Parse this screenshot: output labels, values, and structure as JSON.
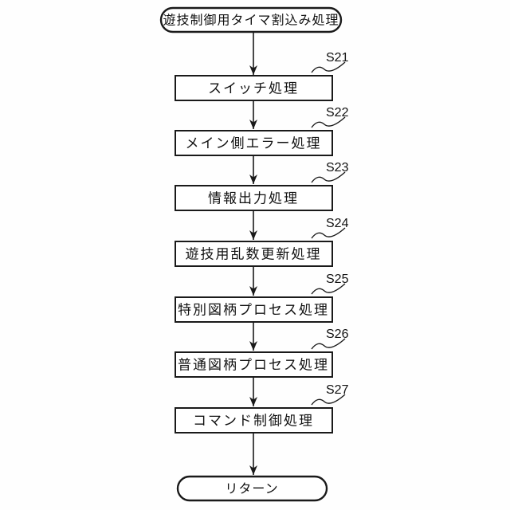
{
  "diagram": {
    "type": "flowchart",
    "start_terminal": "遊技制御用タイマ割込み処理",
    "end_terminal": "リターン",
    "steps": [
      {
        "id": "S21",
        "label": "スイッチ処理"
      },
      {
        "id": "S22",
        "label": "メイン側エラー処理"
      },
      {
        "id": "S23",
        "label": "情報出力処理"
      },
      {
        "id": "S24",
        "label": "遊技用乱数更新処理"
      },
      {
        "id": "S25",
        "label": "特別図柄プロセス処理"
      },
      {
        "id": "S26",
        "label": "普通図柄プロセス処理"
      },
      {
        "id": "S27",
        "label": "コマンド制御処理"
      }
    ],
    "colors": {
      "stroke": "#1a1a1a",
      "background": "#fefefe",
      "shape_fill": "#ffffff"
    }
  }
}
